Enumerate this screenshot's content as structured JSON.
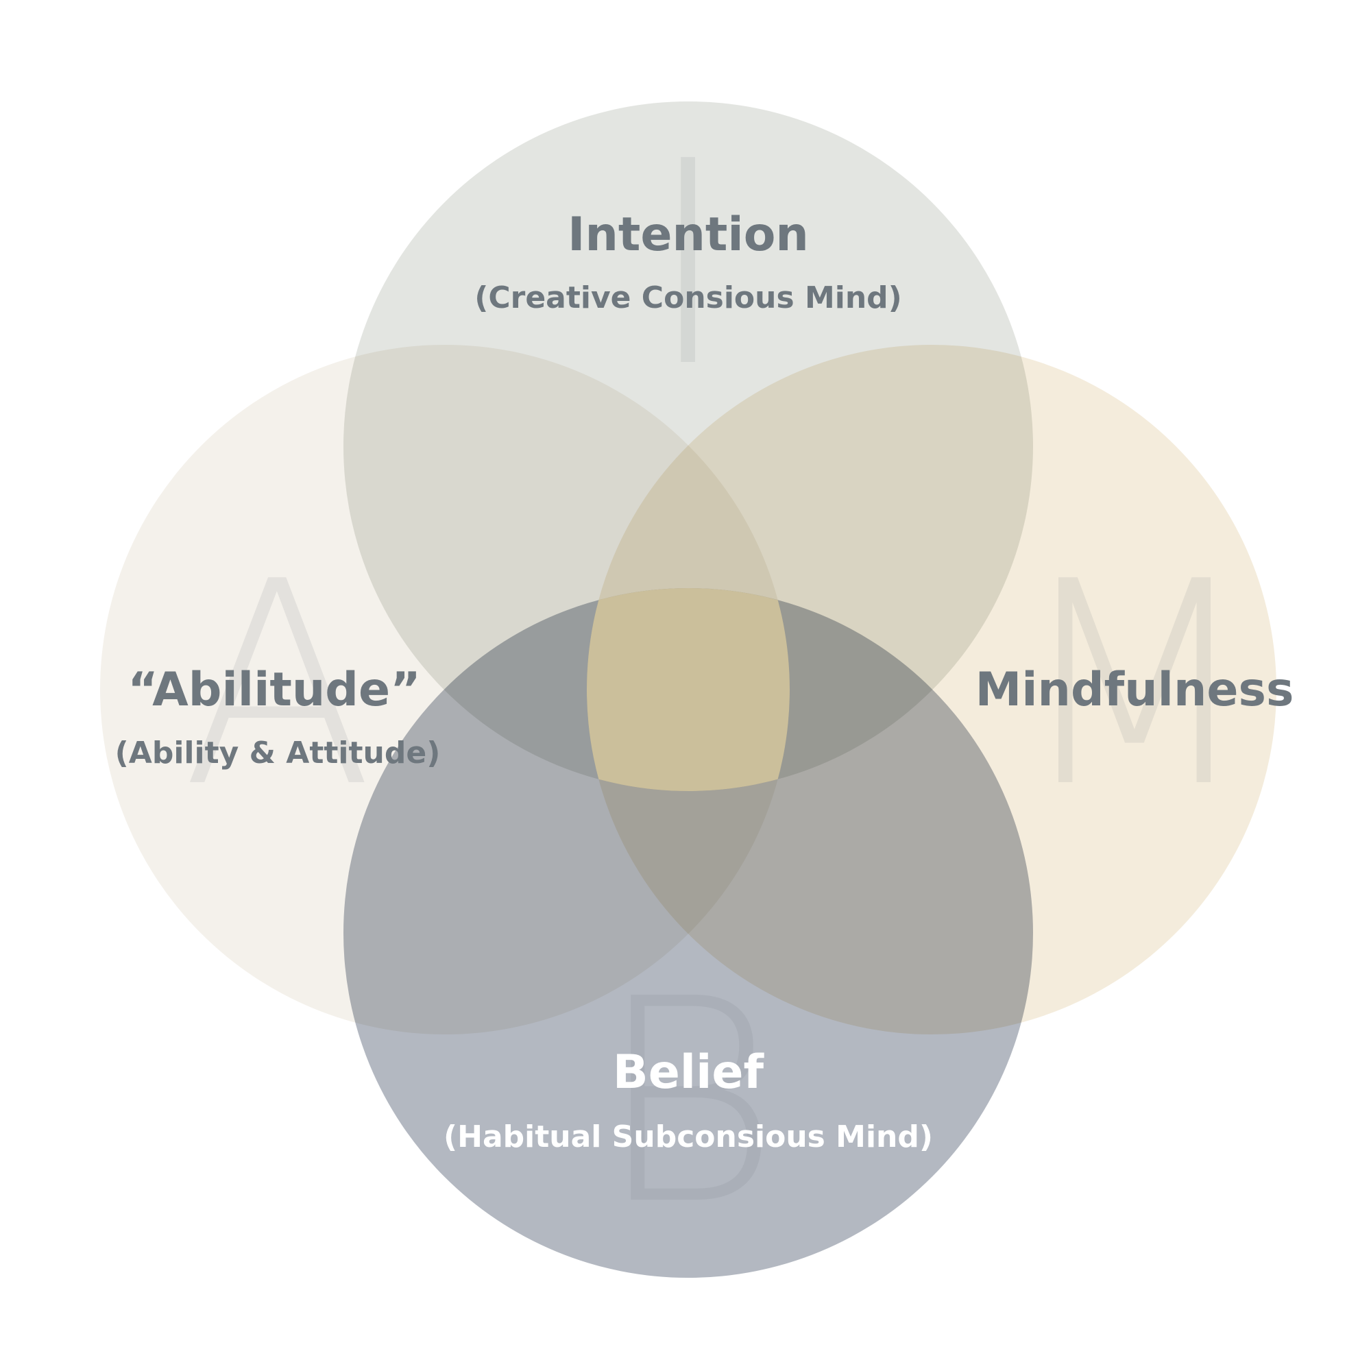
{
  "circles": {
    "intention": {
      "letter": "I",
      "title": "Intention",
      "subtitle": "(Creative Consious Mind)",
      "color": "#e3e5e1"
    },
    "abilitude": {
      "letter": "A",
      "title": "“Abilitude”",
      "subtitle": "(Ability & Attitude)",
      "color": "#f4f1eb"
    },
    "mindfulness": {
      "letter": "M",
      "title": "Mindfulness",
      "color": "#f4ecdc"
    },
    "belief": {
      "letter": "B",
      "title": "Belief",
      "subtitle": "(Habitual Subconsious Mind)",
      "color": "#b3b8c1"
    }
  },
  "center_color": "#cbbf9b",
  "text_color": "#6e777e"
}
